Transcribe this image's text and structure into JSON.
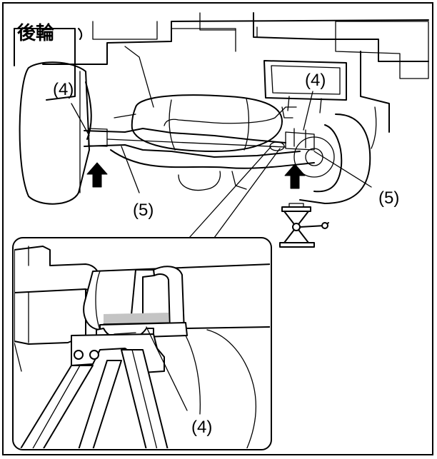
{
  "title": "後輪",
  "labels": {
    "jack_point_left": "(4)",
    "jack_point_right": "(4)",
    "rear_axle_left": "(5)",
    "rear_axle_right": "(5)",
    "detail_jack_point": "(4)"
  }
}
